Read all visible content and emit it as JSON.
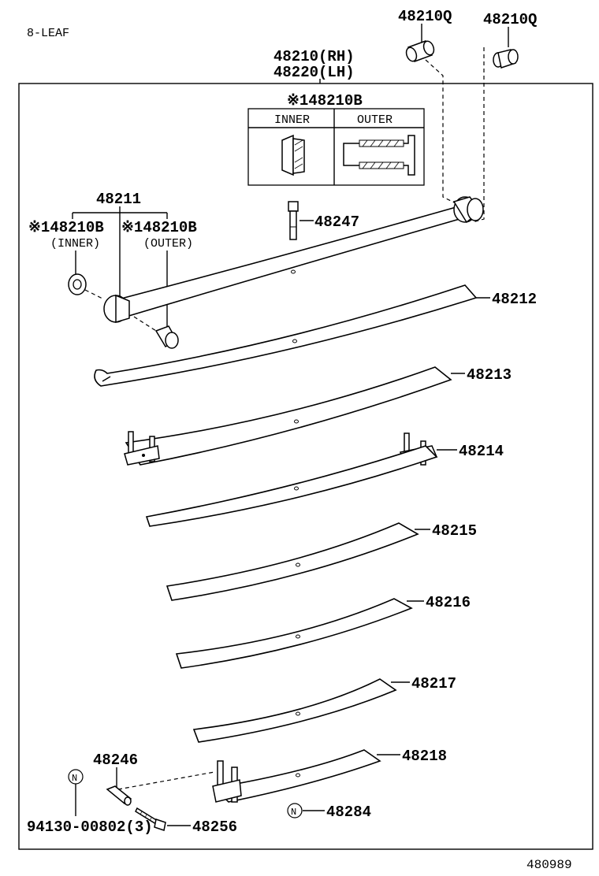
{
  "diagram": {
    "header": "8-LEAF",
    "footer_id": "480989",
    "inset": {
      "title": "※148210B",
      "col_inner": "INNER",
      "col_outer": "OUTER"
    },
    "labels": {
      "bushing_q_1": "48210Q",
      "bushing_q_2": "48210Q",
      "main_leaf_rh": "48210(RH)",
      "main_leaf_lh": "48220(LH)",
      "eye": "48211",
      "bushing_inner_code": "※148210B",
      "bushing_inner_note": "(INNER)",
      "bushing_outer_code": "※148210B",
      "bushing_outer_note": "(OUTER)",
      "center_bolt": "48247",
      "leaf_2": "48212",
      "leaf_3": "48213",
      "leaf_4": "48214",
      "leaf_5": "48215",
      "leaf_6": "48216",
      "leaf_7": "48217",
      "leaf_8": "48218",
      "pin": "48246",
      "bolt": "48256",
      "nut_std": "48284",
      "std_part": "94130-00802(3)",
      "std_mark_1": "N",
      "std_mark_2": "N"
    }
  }
}
